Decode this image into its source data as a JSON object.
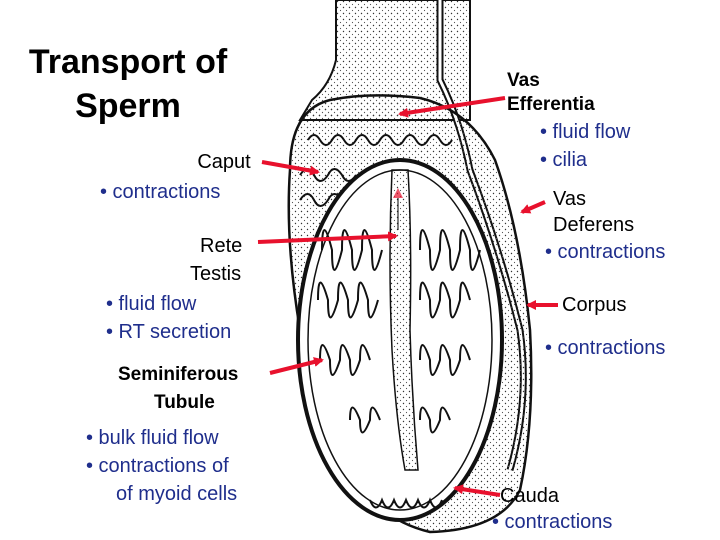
{
  "title": {
    "line1": "Transport of",
    "line2": "Sperm"
  },
  "labels": {
    "caput": {
      "name": "Caput",
      "bullets": [
        "• contractions"
      ]
    },
    "rete": {
      "name1": "Rete",
      "name2": "Testis",
      "bullets": [
        "• fluid flow",
        "• RT secretion"
      ]
    },
    "seminiferous": {
      "name1": "Seminiferous",
      "name2": "Tubule",
      "bullets": [
        "• bulk fluid flow",
        "• contractions of",
        "of myoid cells"
      ]
    },
    "vas_efferentia": {
      "name1": "Vas",
      "name2": "Efferentia",
      "bullets": [
        "• fluid flow",
        "• cilia"
      ]
    },
    "vas_deferens": {
      "name1": "Vas",
      "name2": "Deferens",
      "bullets": [
        "• contractions"
      ]
    },
    "corpus": {
      "name": "Corpus",
      "bullets": [
        "• contractions"
      ]
    },
    "cauda": {
      "name": "Cauda",
      "bullets": [
        "• contractions"
      ]
    }
  },
  "colors": {
    "arrow": "#e8112d",
    "bullet_text": "#1f2e8c",
    "outline": "#111111"
  }
}
